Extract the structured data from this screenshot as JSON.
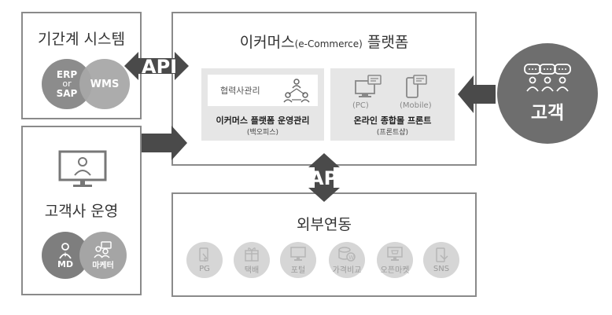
{
  "legacy": {
    "title": "기간계 시스템",
    "erp_line1": "ERP",
    "erp_or": "or",
    "erp_line2": "SAP",
    "wms": "WMS"
  },
  "customer_ops": {
    "title": "고객사 운영",
    "md": "MD",
    "marketer": "마케터"
  },
  "platform": {
    "title_main": "이커머스",
    "title_sub": "(e-Commerce)",
    "title_tail": " 플랫폼",
    "partner_mgmt": "협력사관리",
    "admin_title": "이커머스 플랫폼 운영관리",
    "admin_sub": "(백오피스)",
    "pc_label": "(PC)",
    "mobile_label": "(Mobile)",
    "front_title": "온라인 종합몰 프론트",
    "front_sub": "(프론트샵)"
  },
  "external": {
    "title": "외부연동",
    "items": [
      "PG",
      "택배",
      "포털",
      "가격비교",
      "오픈마켓",
      "SNS"
    ]
  },
  "customer": {
    "label": "고객"
  },
  "api_labels": {
    "top": "API",
    "bottom": "API"
  },
  "colors": {
    "border": "#8a8a8a",
    "arrow": "#4a4a4a",
    "circle_dark": "#7a7a7a",
    "circle_mid": "#9a9a9a",
    "customer": "#6e6e6e"
  }
}
